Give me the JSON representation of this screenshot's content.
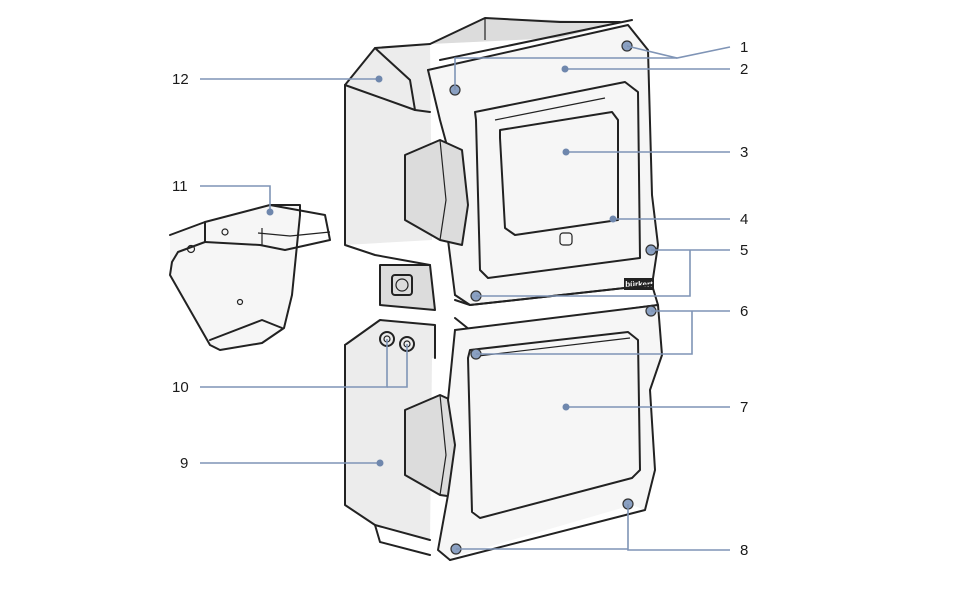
{
  "callouts": [
    {
      "id": "1",
      "label": "1"
    },
    {
      "id": "2",
      "label": "2"
    },
    {
      "id": "3",
      "label": "3"
    },
    {
      "id": "4",
      "label": "4"
    },
    {
      "id": "5",
      "label": "5"
    },
    {
      "id": "6",
      "label": "6"
    },
    {
      "id": "7",
      "label": "7"
    },
    {
      "id": "8",
      "label": "8"
    },
    {
      "id": "9",
      "label": "9"
    },
    {
      "id": "10",
      "label": "10"
    },
    {
      "id": "11",
      "label": "11"
    },
    {
      "id": "12",
      "label": "12"
    }
  ],
  "brand": "bürkert",
  "colors": {
    "leader": "#7f94b6",
    "dot": "#6f87ad",
    "ink": "#222222"
  }
}
